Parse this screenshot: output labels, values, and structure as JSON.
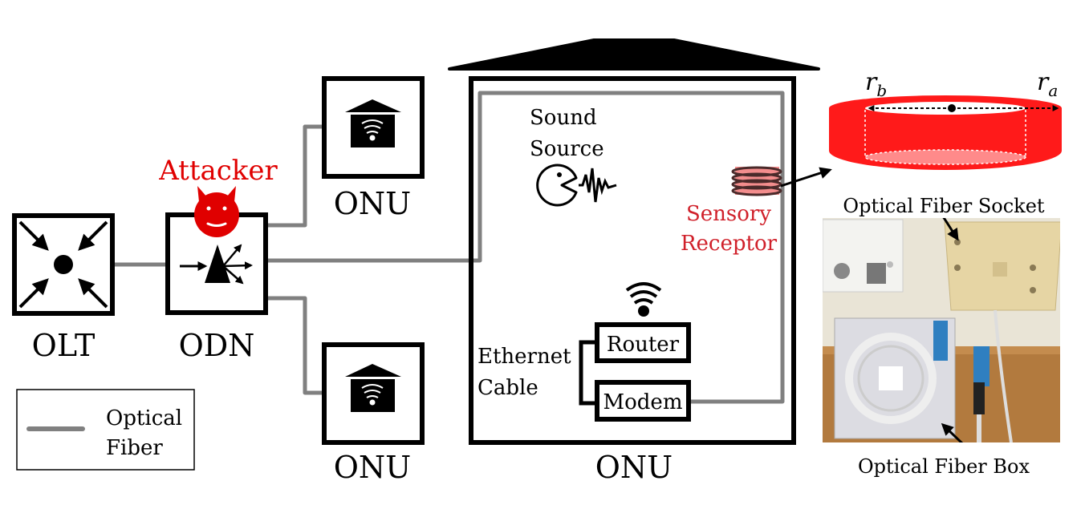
{
  "labels": {
    "olt": "OLT",
    "odn": "ODN",
    "onu_top": "ONU",
    "onu_bottom": "ONU",
    "onu_house": "ONU",
    "attacker": "Attacker",
    "sound_source_line1": "Sound",
    "sound_source_line2": "Source",
    "sensory_receptor_line1": "Sensory",
    "sensory_receptor_line2": "Receptor",
    "router": "Router",
    "modem": "Modem",
    "ethernet_line1": "Ethernet",
    "ethernet_line2": "Cable",
    "r_b": "r",
    "r_b_sub": "b",
    "r_a": "r",
    "r_a_sub": "a",
    "optical_fiber_socket": "Optical Fiber Socket",
    "optical_fiber_box": "Optical Fiber Box"
  },
  "legend": {
    "line1": "Optical",
    "line2": "Fiber"
  },
  "colors": {
    "fiber": "#808080",
    "attacker": "#e00000",
    "receptor": "#f07070",
    "ring": "#ff1a1a",
    "label_red": "#d0202a"
  }
}
